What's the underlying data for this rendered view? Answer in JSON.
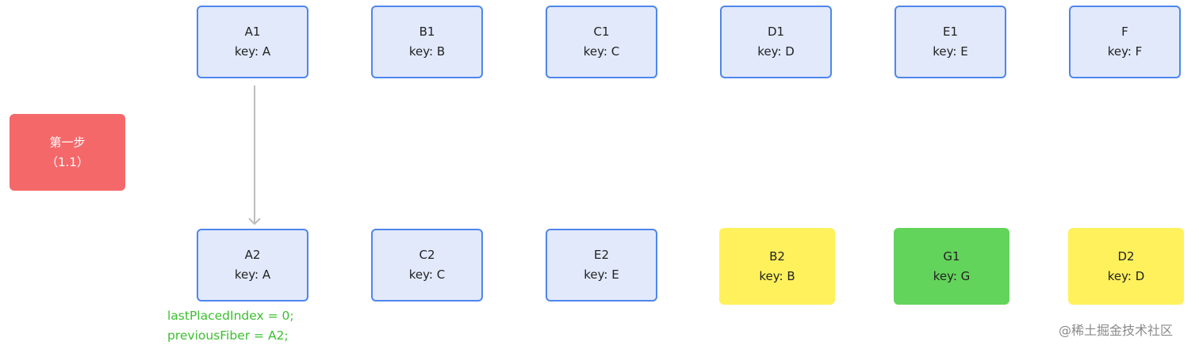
{
  "step": {
    "title": "第一步",
    "sub": "（1.1）"
  },
  "old_nodes": [
    {
      "name": "A1",
      "key": "key: A"
    },
    {
      "name": "B1",
      "key": "key: B"
    },
    {
      "name": "C1",
      "key": "key: C"
    },
    {
      "name": "D1",
      "key": "key: D"
    },
    {
      "name": "E1",
      "key": "key: E"
    },
    {
      "name": "F",
      "key": "key: F"
    }
  ],
  "new_nodes": [
    {
      "name": "A2",
      "key": "key: A",
      "style": "old"
    },
    {
      "name": "C2",
      "key": "key: C",
      "style": "old"
    },
    {
      "name": "E2",
      "key": "key: E",
      "style": "old"
    },
    {
      "name": "B2",
      "key": "key: B",
      "style": "yellow"
    },
    {
      "name": "G1",
      "key": "key: G",
      "style": "green"
    },
    {
      "name": "D2",
      "key": "key: D",
      "style": "yellow"
    }
  ],
  "note": {
    "line1": "lastPlacedIndex = 0;",
    "line2": "previousFiber = A2;"
  },
  "watermark": "@稀土掘金技术社区",
  "colors": {
    "old_fill": "#e1e9fb",
    "old_border": "#4f86ec",
    "yellow": "#fff15c",
    "green": "#63d45b",
    "step": "#f5686a",
    "note": "#3bbf2f"
  }
}
